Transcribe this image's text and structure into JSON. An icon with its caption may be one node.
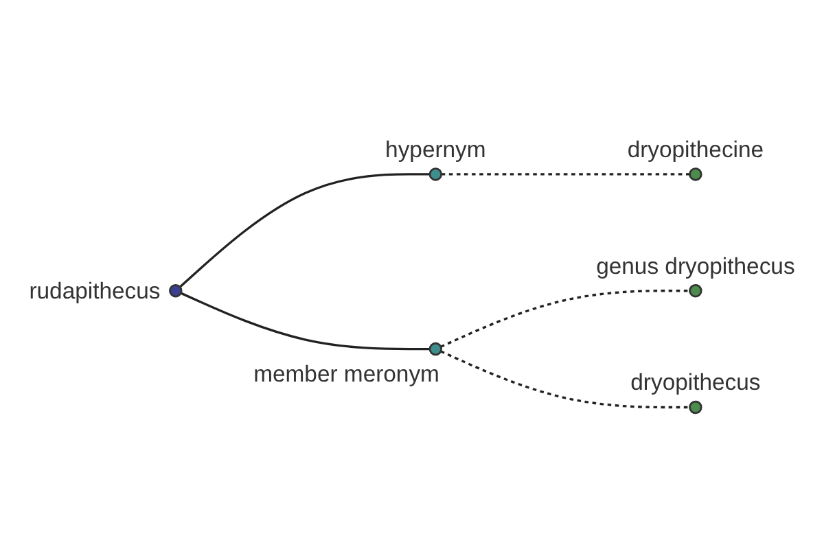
{
  "diagram": {
    "nodes": [
      {
        "text": [],
        "shape": "circle",
        "beside": [
          "rudapithecus"
        ]
      },
      {
        "text": [],
        "shape": "circle",
        "beside": [
          "hypernym"
        ]
      },
      {
        "text": [],
        "shape": "circle",
        "beside": [
          "member meronym"
        ]
      },
      {
        "text": [],
        "shape": "circle",
        "beside": [
          "dryopithecine"
        ]
      },
      {
        "text": [],
        "shape": "circle",
        "beside": [
          "genus dryopithecus"
        ]
      },
      {
        "text": [],
        "shape": "circle",
        "beside": [
          "dryopithecus"
        ]
      }
    ],
    "edges": [
      {
        "from": 0,
        "to": 1,
        "arrow": "none"
      },
      {
        "from": 0,
        "to": 2,
        "arrow": "none"
      },
      {
        "from": 1,
        "to": 3,
        "arrow": "none",
        "style": "dashed"
      },
      {
        "from": 2,
        "to": 4,
        "arrow": "none",
        "style": "dashed"
      },
      {
        "from": 2,
        "to": 5,
        "arrow": "none",
        "style": "dashed"
      }
    ]
  }
}
